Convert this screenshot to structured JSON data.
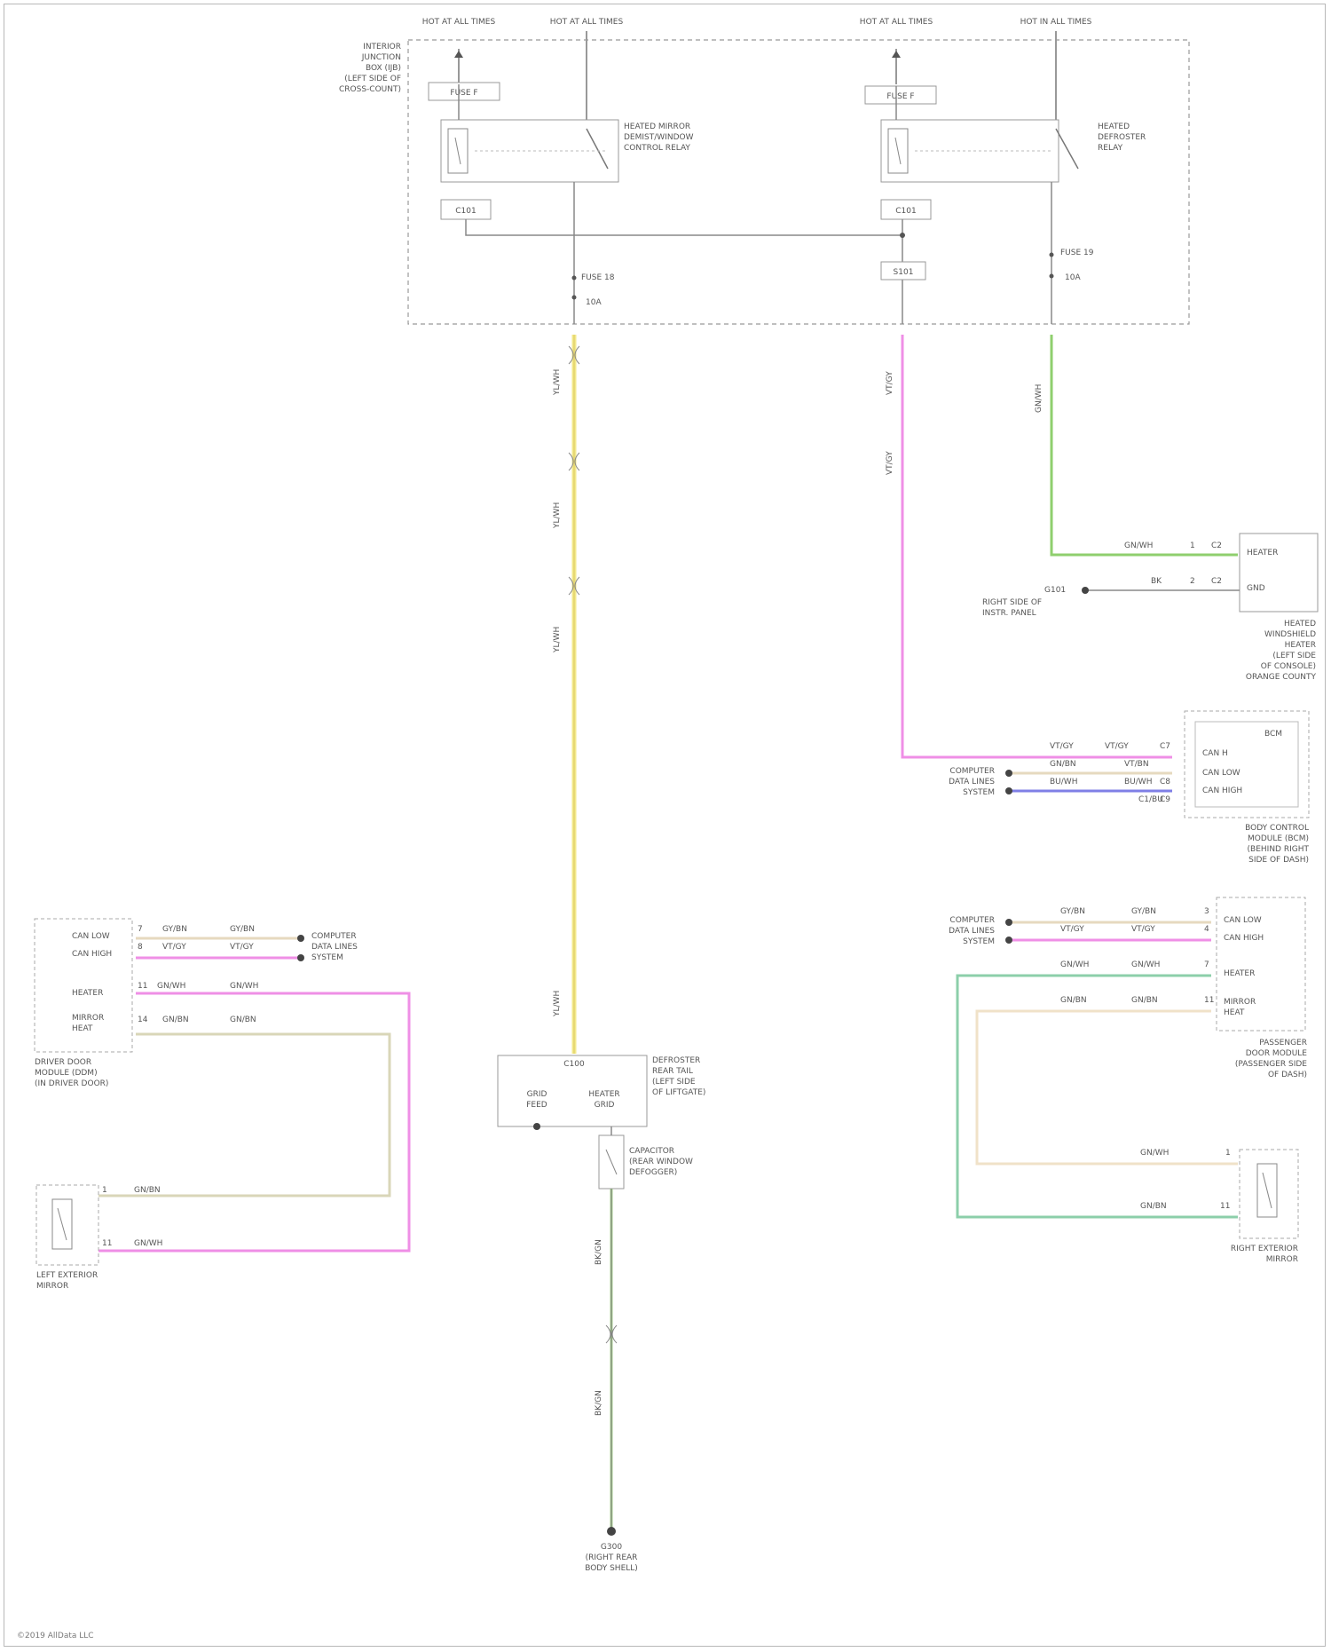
{
  "diagram": {
    "power_labels": {
      "p1": "HOT AT ALL TIMES",
      "p2": "HOT AT ALL TIMES",
      "p3": "HOT AT ALL TIMES",
      "p4": "HOT IN ALL TIMES"
    },
    "pdc_label": [
      "INTERIOR",
      "JUNCTION",
      "BOX (IJB)",
      "(LEFT SIDE OF",
      "CROSS-COUNT)"
    ],
    "fuse_a": "FUSE F",
    "fuse_b": "FUSE F",
    "relay_left_label": [
      "HEATED MIRROR",
      "DEMIST/WINDOW",
      "CONTROL RELAY"
    ],
    "relay_right_label": [
      "HEATED",
      "DEFROSTER",
      "RELAY"
    ],
    "c_left": "C101",
    "c_right": "C101",
    "splice": "S101",
    "fuse_c": "FUSE 18",
    "fuse_c_amp": "10A",
    "fuse_d": "FUSE 19",
    "fuse_d_amp": "10A",
    "wires": {
      "yellow_1": "YL/WH",
      "yellow_2": "YL/WH",
      "yellow_3": "YL/WH",
      "yellow_4": "YL/WH",
      "pink_1": "VT/GY",
      "pink_2": "VT/GY",
      "green_1": "GN/WH"
    },
    "hvac_module": {
      "label": [
        "HEATED",
        "WINDSHIELD",
        "HEATER",
        "(LEFT SIDE",
        "OF CONSOLE)",
        "ORANGE COUNTY"
      ],
      "pin_a": "HEATER",
      "pin_b": "GND",
      "row_a": [
        "GN/WH",
        "1",
        "C2"
      ],
      "row_b": [
        "BK",
        "2",
        "C2"
      ],
      "ground_note": [
        "G101",
        "RIGHT SIDE OF",
        "INSTR. PANEL"
      ]
    },
    "body_control": {
      "label": [
        "BODY CONTROL",
        "MODULE (BCM)",
        "(BEHIND RIGHT",
        "SIDE OF DASH)"
      ],
      "head": "BCM",
      "pins": [
        "CAN H",
        "CAN LOW",
        "CAN HIGH"
      ],
      "rows": [
        [
          "VT/GY",
          "VT/GY",
          "C7"
        ],
        [
          "GN/BN",
          "VT/BN",
          "C8"
        ],
        [
          "BU/WH",
          "BU/WH",
          "C9"
        ]
      ],
      "left_note": [
        "COMPUTER",
        "DATA LINES",
        "SYSTEM"
      ],
      "pin_tag": "C1/BU"
    },
    "right_door": {
      "label": [
        "PASSENGER",
        "DOOR MODULE",
        "(PASSENGER SIDE",
        "OF DASH)"
      ],
      "pins": [
        "CAN LOW",
        "CAN HIGH",
        "HEATER",
        "MIRROR",
        "HEAT"
      ],
      "rows": [
        [
          "GY/BN",
          "GY/BN",
          "3"
        ],
        [
          "VT/GY",
          "VT/GY",
          "4"
        ],
        [
          "GN/WH",
          "GN/WH",
          "7"
        ],
        [
          "GN/BN",
          "GN/BN",
          "11"
        ]
      ],
      "left_note": [
        "COMPUTER",
        "DATA LINES",
        "SYSTEM"
      ]
    },
    "right_mirror": {
      "label": [
        "RIGHT EXTERIOR",
        "MIRROR"
      ],
      "rows": [
        [
          "GN/WH",
          "1"
        ],
        [
          "GN/BN",
          "11"
        ]
      ]
    },
    "left_door": {
      "label": [
        "DRIVER DOOR",
        "MODULE (DDM)",
        "(IN DRIVER DOOR)"
      ],
      "pins": [
        "CAN LOW",
        "CAN HIGH",
        "HEATER",
        "MIRROR",
        "HEAT"
      ],
      "rows": [
        [
          "7",
          "GY/BN",
          "GY/BN"
        ],
        [
          "8",
          "VT/GY",
          "VT/GY"
        ],
        [
          "11",
          "GN/WH",
          "GN/WH"
        ],
        [
          "14",
          "GN/BN",
          "GN/BN"
        ]
      ],
      "right_note": [
        "COMPUTER",
        "DATA LINES",
        "SYSTEM"
      ]
    },
    "left_mirror": {
      "label": [
        "LEFT EXTERIOR",
        "MIRROR"
      ],
      "rows": [
        [
          "1",
          "GN/BN"
        ],
        [
          "11",
          "GN/WH"
        ]
      ]
    },
    "rear_defrost": {
      "label": [
        "DEFROSTER",
        "REAR TAIL",
        "(LEFT SIDE",
        "OF LIFTGATE)"
      ],
      "pin_top": "C100",
      "pin_a": [
        "GRID",
        "FEED"
      ],
      "pin_b": [
        "HEATER",
        "GRID"
      ],
      "suppressor": [
        "CAPACITOR",
        "(REAR WINDOW",
        "DEFOGGER)"
      ]
    },
    "ground": {
      "wire_1": "BK/GN",
      "wire_2": "BK/GN",
      "label": [
        "G300",
        "(RIGHT REAR",
        "BODY SHELL)"
      ]
    },
    "footer": "©2019 AllData LLC"
  }
}
